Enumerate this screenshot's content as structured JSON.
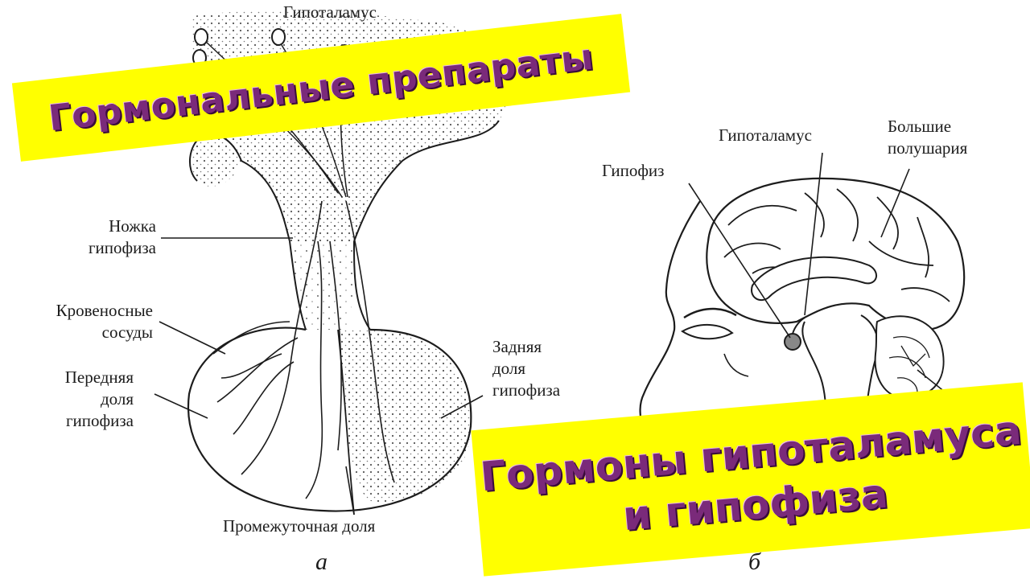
{
  "figure_a": {
    "labels": {
      "hypothalamus": "Гипоталамус",
      "stalk": [
        "Ножка",
        "гипофиза"
      ],
      "vessels": [
        "Кровеносные",
        "сосуды"
      ],
      "anterior": [
        "Передняя",
        "доля",
        "гипофиза"
      ],
      "posterior": [
        "Задняя",
        "доля",
        "гипофиза"
      ],
      "intermediate": "Промежуточная доля"
    },
    "letter": "а"
  },
  "figure_b": {
    "labels": {
      "hypothalamus": "Гипоталамус",
      "hemispheres": [
        "Большие",
        "полушария"
      ],
      "pituitary": "Гипофиз"
    },
    "letter": "б"
  },
  "banners": {
    "top": "Гормональные препараты",
    "bottom": [
      "Гормоны гипоталамуса",
      "и гипофиза"
    ]
  },
  "colors": {
    "banner_bg": "#ffff00",
    "banner_text": "#7a2a7a",
    "line": "#1c1c1c"
  }
}
